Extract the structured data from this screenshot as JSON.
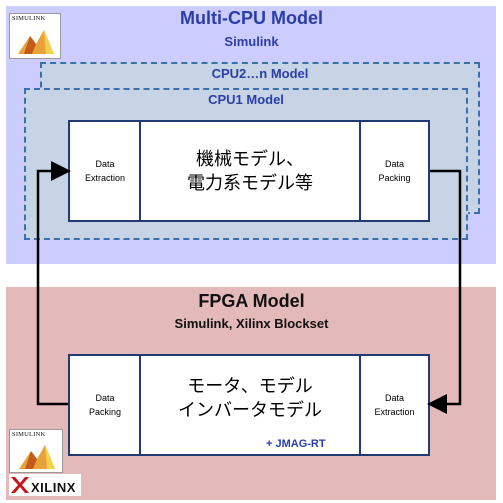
{
  "cpu_section": {
    "title": "Multi-CPU Model",
    "subtitle": "Simulink",
    "cpu2_label": "CPU2…n Model",
    "cpu1_label": "CPU1 Model",
    "block": {
      "left_cell": "Data\nExtraction",
      "center_cell": "機械モデル、\n電力系モデル等",
      "right_cell": "Data\nPacking"
    },
    "colors": {
      "background": "#ccccff",
      "title": "#2b3ea8"
    }
  },
  "fpga_section": {
    "title": "FPGA Model",
    "subtitle": "Simulink, Xilinx Blockset",
    "block": {
      "left_cell": "Data\nPacking",
      "center_cell": "モータ、モデル\nインバータモデル",
      "right_cell": "Data\nExtraction",
      "addon_label": "+ JMAG-RT"
    },
    "colors": {
      "background": "#e4b9b9"
    }
  },
  "logos": {
    "simulink_text": "SIMULINK",
    "xilinx_text": "XILINX"
  },
  "arrows": [
    "cpu-packing-to-fpga-extraction",
    "fpga-packing-to-cpu-extraction"
  ]
}
